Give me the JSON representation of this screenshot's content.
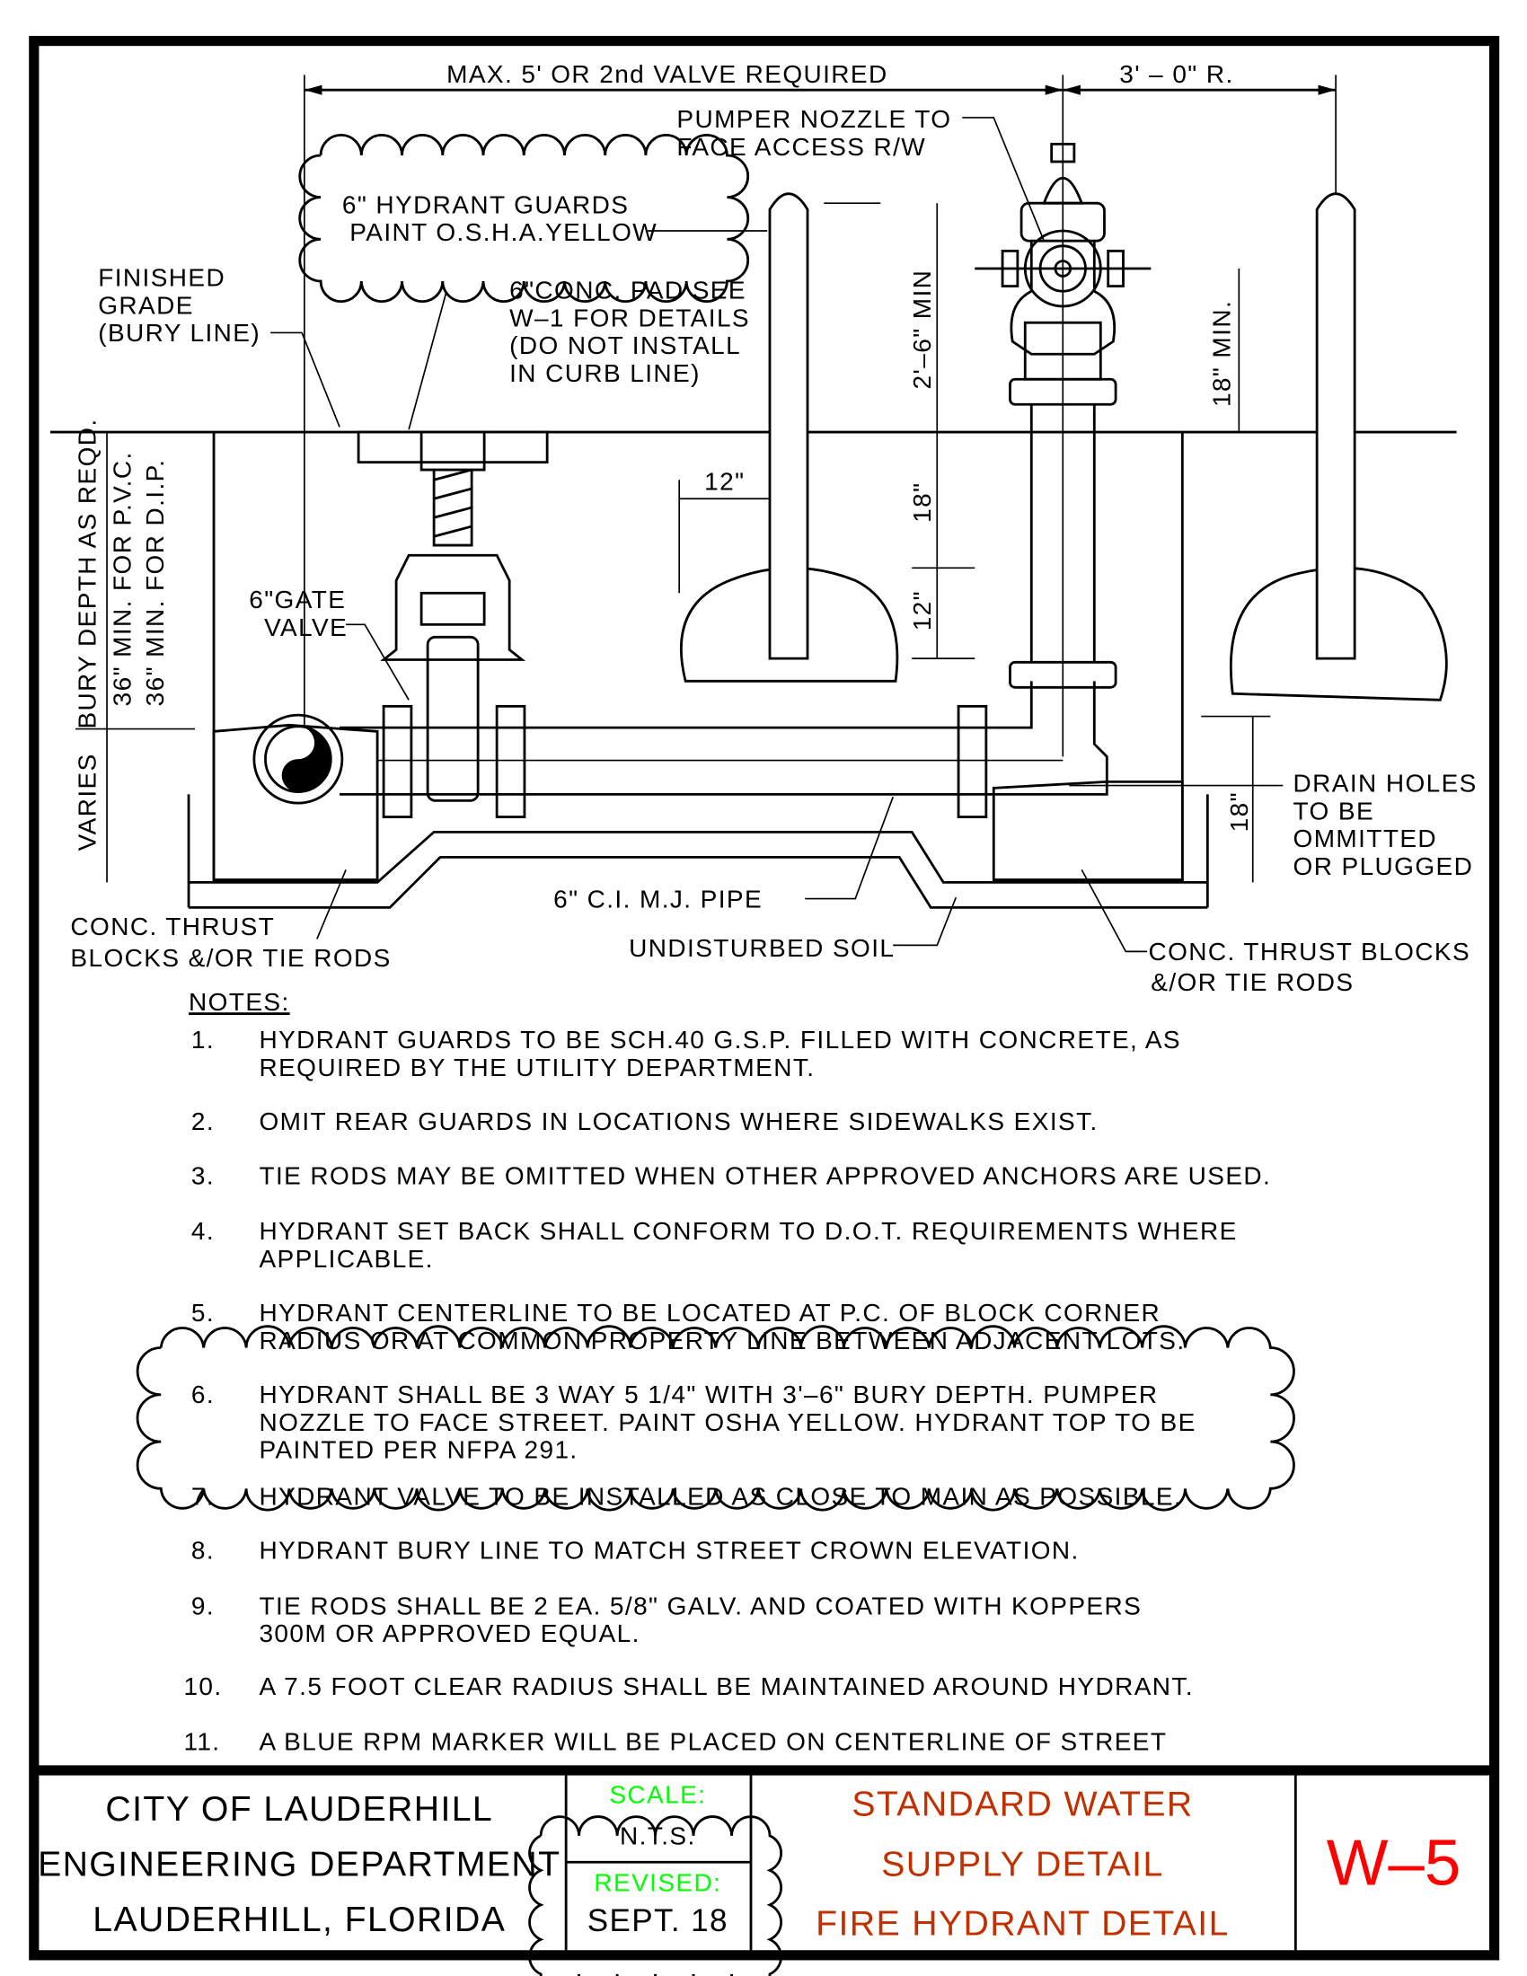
{
  "drawing": {
    "dim_top_left": "MAX. 5' OR 2nd VALVE REQUIRED",
    "dim_top_right": "3' – 0\" R.",
    "pumper_note": [
      "PUMPER NOZZLE TO",
      "FACE ACCESS R/W"
    ],
    "guards_note": [
      "6\" HYDRANT GUARDS",
      "PAINT O.S.H.A.YELLOW"
    ],
    "finished_grade": [
      "FINISHED",
      "GRADE",
      "(BURY LINE)"
    ],
    "conc_pad": [
      "6\"CONC. PAD SEE",
      "W–1 FOR DETAILS",
      "(DO NOT INSTALL",
      "IN CURB LINE)"
    ],
    "dim_2_6_min": "2'–6\" MIN",
    "dim_18_min": "18\" MIN.",
    "dim_18": "18\"",
    "dim_12_v": "12\"",
    "dim_12_h": "12\"",
    "dim_18_right": "18\"",
    "bury_depth": [
      "BURY DEPTH AS REQD.",
      "36\" MIN. FOR P.V.C.",
      "36\" MIN. FOR D.I.P."
    ],
    "varies": "VARIES",
    "gate_valve": [
      "6\"GATE",
      "VALVE"
    ],
    "drain_holes": [
      "DRAIN HOLES",
      "TO BE",
      "OMMITTED",
      "OR PLUGGED"
    ],
    "pipe": "6\" C.I. M.J. PIPE",
    "undisturbed_soil": "UNDISTURBED SOIL",
    "thrust_left": [
      "CONC. THRUST",
      "BLOCKS &/OR TIE RODS"
    ],
    "thrust_right": [
      "CONC. THRUST BLOCKS",
      "&/OR TIE RODS"
    ]
  },
  "notes": {
    "heading": "NOTES:",
    "items": [
      {
        "num": "1.",
        "lines": [
          "HYDRANT GUARDS TO BE SCH.40 G.S.P. FILLED WITH CONCRETE, AS",
          "REQUIRED BY THE UTILITY DEPARTMENT."
        ]
      },
      {
        "num": "2.",
        "lines": [
          "OMIT REAR GUARDS IN LOCATIONS WHERE SIDEWALKS EXIST."
        ]
      },
      {
        "num": "3.",
        "lines": [
          "TIE RODS MAY BE OMITTED WHEN OTHER APPROVED ANCHORS ARE USED."
        ]
      },
      {
        "num": "4.",
        "lines": [
          "HYDRANT SET BACK SHALL CONFORM TO D.O.T. REQUIREMENTS WHERE",
          "APPLICABLE."
        ]
      },
      {
        "num": "5.",
        "lines": [
          "HYDRANT CENTERLINE TO BE LOCATED AT P.C. OF BLOCK CORNER",
          "RADIUS OR AT COMMON PROPERTY LINE BETWEEN ADJACENT LOTS."
        ]
      },
      {
        "num": "6.",
        "lines": [
          "HYDRANT SHALL BE 3 WAY 5 1/4\" WITH 3'–6\" BURY DEPTH. PUMPER",
          "NOZZLE TO FACE STREET. PAINT OSHA YELLOW. HYDRANT TOP TO BE",
          "PAINTED PER NFPA 291."
        ]
      },
      {
        "num": "7.",
        "lines": [
          "HYDRANT VALVE TO BE INSTALLED AS CLOSE TO MAIN AS POSSIBLE."
        ]
      },
      {
        "num": "8.",
        "lines": [
          "HYDRANT BURY LINE TO MATCH STREET CROWN ELEVATION."
        ]
      },
      {
        "num": "9.",
        "lines": [
          "TIE RODS SHALL BE 2 EA. 5/8\" GALV. AND COATED WITH KOPPERS",
          "300M OR APPROVED EQUAL."
        ]
      },
      {
        "num": "10.",
        "lines": [
          "A 7.5 FOOT CLEAR RADIUS SHALL BE MAINTAINED AROUND HYDRANT."
        ]
      },
      {
        "num": "11.",
        "lines": [
          "A BLUE RPM MARKER WILL BE PLACED ON CENTERLINE OF STREET"
        ]
      }
    ]
  },
  "title_block": {
    "agency": [
      "CITY OF LAUDERHILL",
      "ENGINEERING DEPARTMENT",
      "LAUDERHILL, FLORIDA"
    ],
    "scale_label": "SCALE:",
    "scale_value": "N.T.S.",
    "revised_label": "REVISED:",
    "revised_value": "SEPT. 18",
    "title": [
      "STANDARD WATER",
      "SUPPLY DETAIL",
      "FIRE HYDRANT DETAIL"
    ],
    "sheet_number": "W–5",
    "colors": {
      "label_green": "#00ff00",
      "title_brown": "#c03000",
      "sheet_red": "#ff0000"
    }
  }
}
